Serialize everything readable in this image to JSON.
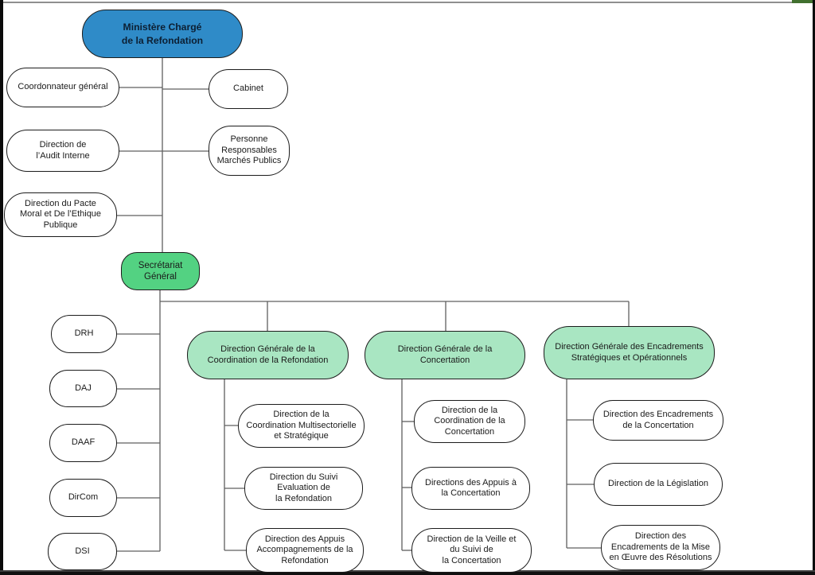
{
  "colors": {
    "ministry_blue": "#2F8BC8",
    "secretariat_green": "#53D282",
    "direction_green": "#A9E6C2",
    "node_border": "#1C1C1C",
    "connector_gray": "#5F5F5F",
    "page_background": "#FFFFFF"
  },
  "org_chart": {
    "root": {
      "label": "Ministère Chargé\nde la Refondation"
    },
    "staff_left": [
      {
        "label": "Coordonnateur général"
      },
      {
        "label": "Direction de\nl’Audit Interne"
      },
      {
        "label": "Direction du Pacte\nMoral et De l’Ethique\nPublique"
      }
    ],
    "staff_right": [
      {
        "label": "Cabinet"
      },
      {
        "label": "Personne\nResponsables\nMarchés Publics"
      }
    ],
    "secretariat": {
      "label": "Secrétariat\nGénéral"
    },
    "sg_departments": [
      {
        "label": "DRH"
      },
      {
        "label": "DAJ"
      },
      {
        "label": "DAAF"
      },
      {
        "label": "DirCom"
      },
      {
        "label": "DSI"
      }
    ],
    "directions_generales": [
      {
        "label": "Direction Générale de la\nCoordination de la Refondation",
        "children": [
          {
            "label": "Direction de la\nCoordination Multisectorielle\net Stratégique"
          },
          {
            "label": "Direction du Suivi\nEvaluation de\nla Refondation"
          },
          {
            "label": "Direction des Appuis\nAccompagnements de la\nRefondation"
          }
        ]
      },
      {
        "label": "Direction Générale de la\nConcertation",
        "children": [
          {
            "label": "Direction de la\nCoordination de la\nConcertation"
          },
          {
            "label": "Directions des Appuis à\nla Concertation"
          },
          {
            "label": "Direction de la Veille et\ndu Suivi de\nla Concertation"
          }
        ]
      },
      {
        "label": "Direction Générale des Encadrements\nStratégiques et Opérationnels",
        "children": [
          {
            "label": "Direction des Encadrements\nde la Concertation"
          },
          {
            "label": "Direction de la Législation"
          },
          {
            "label": "Direction des\nEncadrements de la Mise\nen Œuvre des Résolutions"
          }
        ]
      }
    ]
  }
}
